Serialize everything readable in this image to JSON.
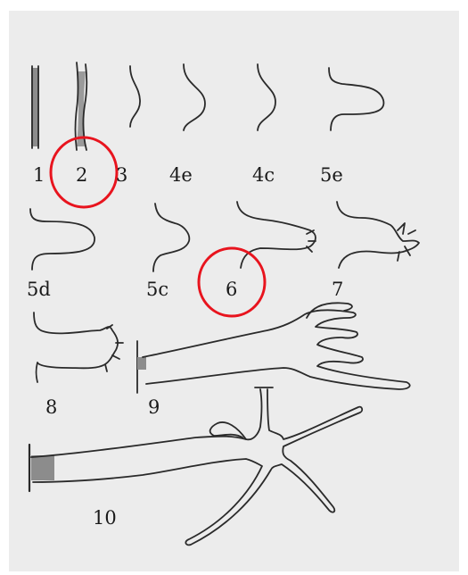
{
  "labels": {
    "s1": "1",
    "s2": "2",
    "s3": "3",
    "s4e": "4e",
    "s4c": "4c",
    "s5e": "5e",
    "s5d": "5d",
    "s5c": "5c",
    "s6": "6",
    "s7": "7",
    "s8": "8",
    "s9": "9",
    "s10": "10"
  },
  "highlight_color": "#e8141e",
  "highlighted_stages": [
    "2",
    "6"
  ]
}
